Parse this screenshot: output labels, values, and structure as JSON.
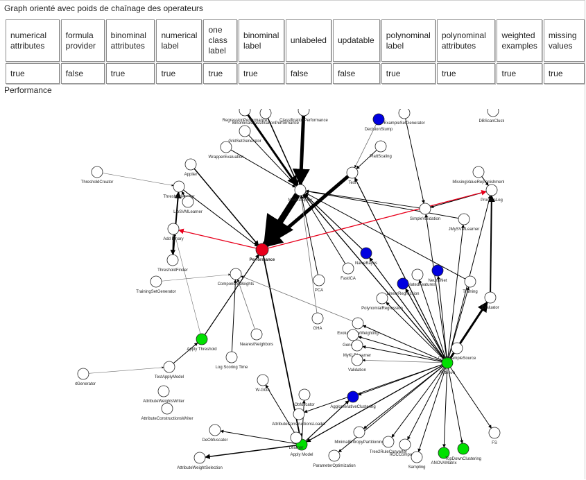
{
  "page": {
    "title": "Graph orienté avec poids de chaînage des operateurs",
    "section_label": "Performance"
  },
  "capabilities": {
    "headers": [
      "numerical attributes",
      "formula provider",
      "binominal attributes",
      "numerical label",
      "one class label",
      "binominal label",
      "unlabeled",
      "updatable",
      "polynominal label",
      "polynominal attributes",
      "weighted examples",
      "missing values"
    ],
    "values": [
      "true",
      "false",
      "true",
      "true",
      "true",
      "true",
      "false",
      "false",
      "true",
      "true",
      "true",
      "true"
    ]
  },
  "graph": {
    "colors": {
      "focus": "#e8001c",
      "operator": "#ffffff",
      "learner": "#0000e0",
      "applier": "#00e000",
      "edge": "#000000",
      "focus_edge": "#e8001c"
    },
    "nodes": [
      {
        "id": "performance",
        "label": "Performance",
        "type": "focus"
      },
      {
        "id": "modelapplier",
        "label": "ModelApplier",
        "type": "operator"
      },
      {
        "id": "threshold_applier",
        "label": "ThresholdApplier",
        "type": "operator"
      },
      {
        "id": "threshold_creator",
        "label": "ThresholdCreator",
        "type": "operator"
      },
      {
        "id": "applier",
        "label": "Applier",
        "type": "operator"
      },
      {
        "id": "libsvmlearner",
        "label": "LibSVMLearner",
        "type": "operator"
      },
      {
        "id": "add_binary",
        "label": "Add Binary",
        "type": "operator"
      },
      {
        "id": "threshold_finder",
        "label": "ThresholdFinder",
        "type": "operator"
      },
      {
        "id": "training_set_gen",
        "label": "TrainingSetGenerator",
        "type": "operator"
      },
      {
        "id": "component_weights",
        "label": "ComponentWeights",
        "type": "operator"
      },
      {
        "id": "pca",
        "label": "PCA",
        "type": "operator"
      },
      {
        "id": "fastica",
        "label": "FastICA",
        "type": "operator"
      },
      {
        "id": "naivebayes",
        "label": "NaiveBayes",
        "type": "learner"
      },
      {
        "id": "test",
        "label": "Test",
        "type": "operator"
      },
      {
        "id": "plattscaling",
        "label": "PlattScaling",
        "type": "operator"
      },
      {
        "id": "decisionstump",
        "label": "DecisionStump",
        "type": "learner"
      },
      {
        "id": "examplesetgen",
        "label": "ExampleSetGenerator",
        "type": "operator"
      },
      {
        "id": "classperf",
        "label": "ClassificationPerformance",
        "type": "operator"
      },
      {
        "id": "regperf",
        "label": "RegressionPerformance",
        "type": "operator"
      },
      {
        "id": "binperf",
        "label": "BinominalClassificationPerformance",
        "type": "operator"
      },
      {
        "id": "gridset",
        "label": "GridSetGenerator",
        "type": "operator"
      },
      {
        "id": "wrappereval",
        "label": "WrapperEvaluation",
        "type": "operator"
      },
      {
        "id": "simplevalidation",
        "label": "SimpleValidation",
        "type": "operator"
      },
      {
        "id": "jmysvm",
        "label": "JMySVMLearner",
        "type": "operator"
      },
      {
        "id": "mvreplenish",
        "label": "MissingValueReplenishment",
        "type": "operator"
      },
      {
        "id": "processlog",
        "label": "ProcessLog",
        "type": "operator"
      },
      {
        "id": "dbscan",
        "label": "DBScanCluster",
        "type": "operator"
      },
      {
        "id": "neuralnet",
        "label": "NeuralNet",
        "type": "learner"
      },
      {
        "id": "corrfeatures",
        "label": "CorrelatedFeatures",
        "type": "operator"
      },
      {
        "id": "linreg",
        "label": "LinearRegression",
        "type": "learner"
      },
      {
        "id": "polyreg",
        "label": "PolynomialRegression",
        "type": "operator"
      },
      {
        "id": "training",
        "label": "Training",
        "type": "operator"
      },
      {
        "id": "evaluator",
        "label": "Evaluator",
        "type": "operator"
      },
      {
        "id": "evalweighting",
        "label": "EvolutionaryWeighting",
        "type": "operator"
      },
      {
        "id": "gha",
        "label": "GHA",
        "type": "operator"
      },
      {
        "id": "generation",
        "label": "Generation",
        "type": "operator"
      },
      {
        "id": "myklearner",
        "label": "MyKLRLearner",
        "type": "operator"
      },
      {
        "id": "validation",
        "label": "Validation",
        "type": "operator"
      },
      {
        "id": "nearestneighbors",
        "label": "NearestNeighbors",
        "type": "operator"
      },
      {
        "id": "apply_threshold",
        "label": "Apply Threshold",
        "type": "applier"
      },
      {
        "id": "logscoringtime",
        "label": "Log Scoring Time",
        "type": "operator"
      },
      {
        "id": "testapplymodel",
        "label": "TestApplyModel",
        "type": "operator"
      },
      {
        "id": "setgenerator",
        "label": "SetGenerator",
        "type": "operator"
      },
      {
        "id": "weka",
        "label": "W-GGA",
        "type": "operator"
      },
      {
        "id": "attrweightswriter",
        "label": "AttributeWeightsWriter",
        "type": "operator"
      },
      {
        "id": "attrconstwriter",
        "label": "AttributeConstructionsWriter",
        "type": "operator"
      },
      {
        "id": "obfuscator",
        "label": "Obfuscator",
        "type": "operator"
      },
      {
        "id": "aggclustering",
        "label": "AgglomerativeClustering",
        "type": "learner"
      },
      {
        "id": "attrconstloader",
        "label": "AttributeConstructionsLoader",
        "type": "operator"
      },
      {
        "id": "deobfuscator",
        "label": "DeObfuscator",
        "type": "operator"
      },
      {
        "id": "apply_model",
        "label": "Apply Model",
        "type": "applier"
      },
      {
        "id": "learner",
        "label": "Learner",
        "type": "operator"
      },
      {
        "id": "attrweightsel",
        "label": "AttributeWeightSelection",
        "type": "operator"
      },
      {
        "id": "minentropy",
        "label": "MinimalEntropyPartitioning",
        "type": "operator"
      },
      {
        "id": "tree2rule",
        "label": "Tree2RuleConverter",
        "type": "operator"
      },
      {
        "id": "rocc",
        "label": "ROCComparator",
        "type": "operator"
      },
      {
        "id": "paramopt",
        "label": "ParameterOptimization",
        "type": "operator"
      },
      {
        "id": "sampling",
        "label": "Sampling",
        "type": "operator"
      },
      {
        "id": "anovamatrix",
        "label": "ANOVAMatrix",
        "type": "applier"
      },
      {
        "id": "topdown",
        "label": "TopDownClustering",
        "type": "applier"
      },
      {
        "id": "fs",
        "label": "FS",
        "type": "operator"
      },
      {
        "id": "hub",
        "label": "Retrieve",
        "type": "applier"
      },
      {
        "id": "csvexample",
        "label": "CSVExampleSource",
        "type": "operator"
      }
    ]
  }
}
